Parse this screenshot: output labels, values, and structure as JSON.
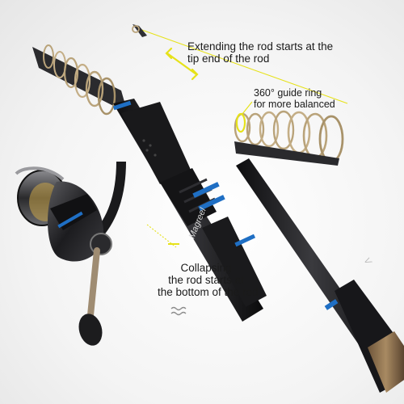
{
  "brand": {
    "logo_text": "Magreel"
  },
  "colors": {
    "accent_blue": "#1f6fc4",
    "callout_yellow": "#e6e21a",
    "rod_dark": "#1e1e20",
    "guide_gold": "#b9a37a"
  },
  "callouts": {
    "extend": {
      "line1": "Extending the rod starts at the",
      "line2": "tip end of the rod"
    },
    "guide": {
      "line1": "360° guide ring",
      "line2": "for more balanced"
    },
    "collapse": {
      "line1": "Collapsing",
      "line2": "the rod starts at",
      "line3": "the bottom of the rod"
    }
  },
  "icons": {
    "extend": "double-arrow-icon",
    "collapse": "wave-icon",
    "guide_ring": "ring-highlight-icon"
  }
}
